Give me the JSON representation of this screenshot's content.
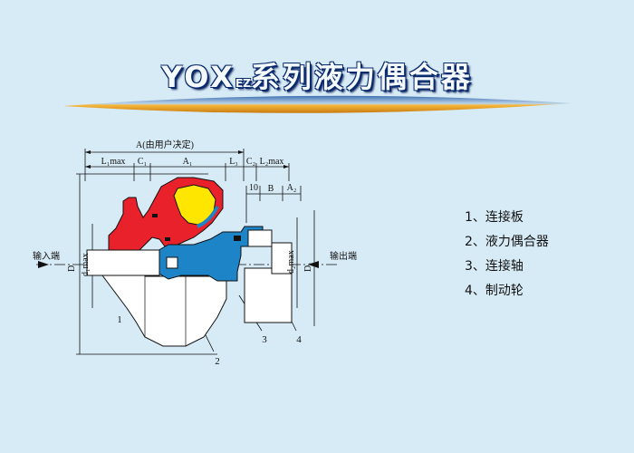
{
  "title": {
    "main_prefix": "YOX",
    "main_sub": "EZ",
    "main_suffix": "系列液力偶合器"
  },
  "dimensions": {
    "A": "A(由用户决定)",
    "L1max": "L₁max",
    "C1": "C₁",
    "A1": "A₁",
    "L3": "L₃",
    "C2": "C₂",
    "L2max": "L₂max",
    "ten": "10",
    "B": "B",
    "A2": "A₂",
    "D": "D",
    "d1max": "d₁max",
    "d2max": "d₂max",
    "D1": "D₁"
  },
  "labels": {
    "input": "输入端",
    "output": "输出端"
  },
  "callouts": [
    "1",
    "2",
    "3",
    "4"
  ],
  "legend": [
    "1、连接板",
    "2、液力偶合器",
    "3、连接轴",
    "4、制动轮"
  ],
  "colors": {
    "housing": "#e8212b",
    "shaft": "#1e84c8",
    "turbine": "#ffe600",
    "banner": "#f5a02a",
    "title_outline": "#0a2a6e"
  }
}
